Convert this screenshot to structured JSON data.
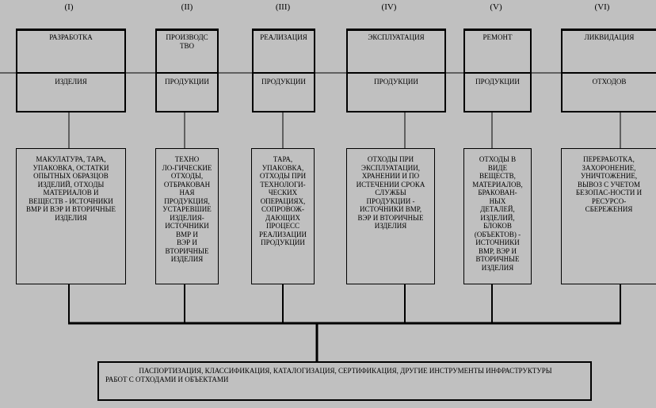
{
  "stages": [
    {
      "roman": "(I)",
      "top": "РАЗРАБОТКА",
      "bottom": "ИЗДЕЛИЯ",
      "waste": [
        "МАКУЛАТУРА, ТАРА,",
        "УПАКОВКА, ОСТАТКИ",
        "ОПЫТНЫХ ОБРАЗЦОВ",
        "ИЗДЕЛИЙ, ОТХОДЫ",
        "МАТЕРИАЛОВ И",
        "ВЕЩЕСТВ - ИСТОЧНИКИ",
        "ВМР И ВЭР И ВТОРИЧНЫЕ",
        "ИЗДЕЛИЯ"
      ]
    },
    {
      "roman": "(II)",
      "top": "ПРОИЗВОДСТВО",
      "bottom": "ПРОДУКЦИИ",
      "waste": [
        "ТЕХНО",
        "ЛО-ГИЧЕСКИЕ",
        "ОТХОДЫ,",
        "ОТБРАКОВАН",
        "НАЯ",
        "ПРОДУКЦИЯ,",
        "УСТАРЕВШИЕ",
        "ИЗДЕЛИЯ-",
        "ИСТОЧНИКИ",
        "ВМР И",
        "ВЭР И",
        "ВТОРИЧНЫЕ",
        "ИЗДЕЛИЯ"
      ]
    },
    {
      "roman": "(III)",
      "top": "РЕАЛИЗАЦИЯ",
      "bottom": "ПРОДУКЦИИ",
      "waste": [
        "ТАРА,",
        "УПАКОВКА,",
        "ОТХОДЫ ПРИ",
        "ТЕХНОЛОГИ-",
        "ЧЕСКИХ",
        "ОПЕРАЦИЯХ,",
        "СОПРОВОЖ-",
        "ДАЮЩИХ",
        "ПРОЦЕСС",
        "РЕАЛИЗАЦИИ",
        "ПРОДУКЦИИ"
      ]
    },
    {
      "roman": "(IV)",
      "top": "ЭКСПЛУАТАЦИЯ",
      "bottom": "ПРОДУКЦИИ",
      "waste": [
        "ОТХОДЫ ПРИ",
        "ЭКСПЛУАТАЦИИ,",
        "ХРАНЕНИИ И ПО",
        "ИСТЕЧЕНИИ СРОКА",
        "СЛУЖБЫ",
        "ПРОДУКЦИИ -",
        "ИСТОЧНИКИ ВМР,",
        "ВЭР И ВТОРИЧНЫЕ",
        "ИЗДЕЛИЯ"
      ]
    },
    {
      "roman": "(V)",
      "top": "РЕМОНТ",
      "bottom": "ПРОДУКЦИИ",
      "waste": [
        "ОТХОДЫ В",
        "ВИДЕ",
        "ВЕЩЕСТВ,",
        "МАТЕРИАЛОВ,",
        "БРАКОВАН-",
        "НЫХ",
        "ДЕТАЛЕЙ,",
        "ИЗДЕЛИЙ,",
        "БЛОКОВ",
        "(ОБЪЕКТОВ) -",
        "ИСТОЧНИКИ",
        "ВМР, ВЭР И",
        "ВТОРИЧНЫЕ",
        "ИЗДЕЛИЯ"
      ]
    },
    {
      "roman": "(VI)",
      "top": "ЛИКВИДАЦИЯ",
      "bottom": "ОТХОДОВ",
      "waste": [
        "ПЕРЕРАБОТКА,",
        "ЗАХОРОНЕНИЕ,",
        "УНИЧТОЖЕНИЕ,",
        "ВЫВОЗ С УЧЕТОМ",
        "БЕЗОПАС-НОСТИ И",
        "РЕСУРСО-",
        "СБЕРЕЖЕНИЯ"
      ]
    }
  ],
  "bottom_box": {
    "line1": "ПАСПОРТИЗАЦИЯ, КЛАССИФИКАЦИЯ, КАТАЛОГИЗАЦИЯ, СЕРТИФИКАЦИЯ, ДРУГИЕ ИНСТРУМЕНТЫ ИНФРАСТРУКТУРЫ",
    "line2": "РАБОТ С ОТХОДАМИ И ОБЪЕКТАМИ"
  }
}
